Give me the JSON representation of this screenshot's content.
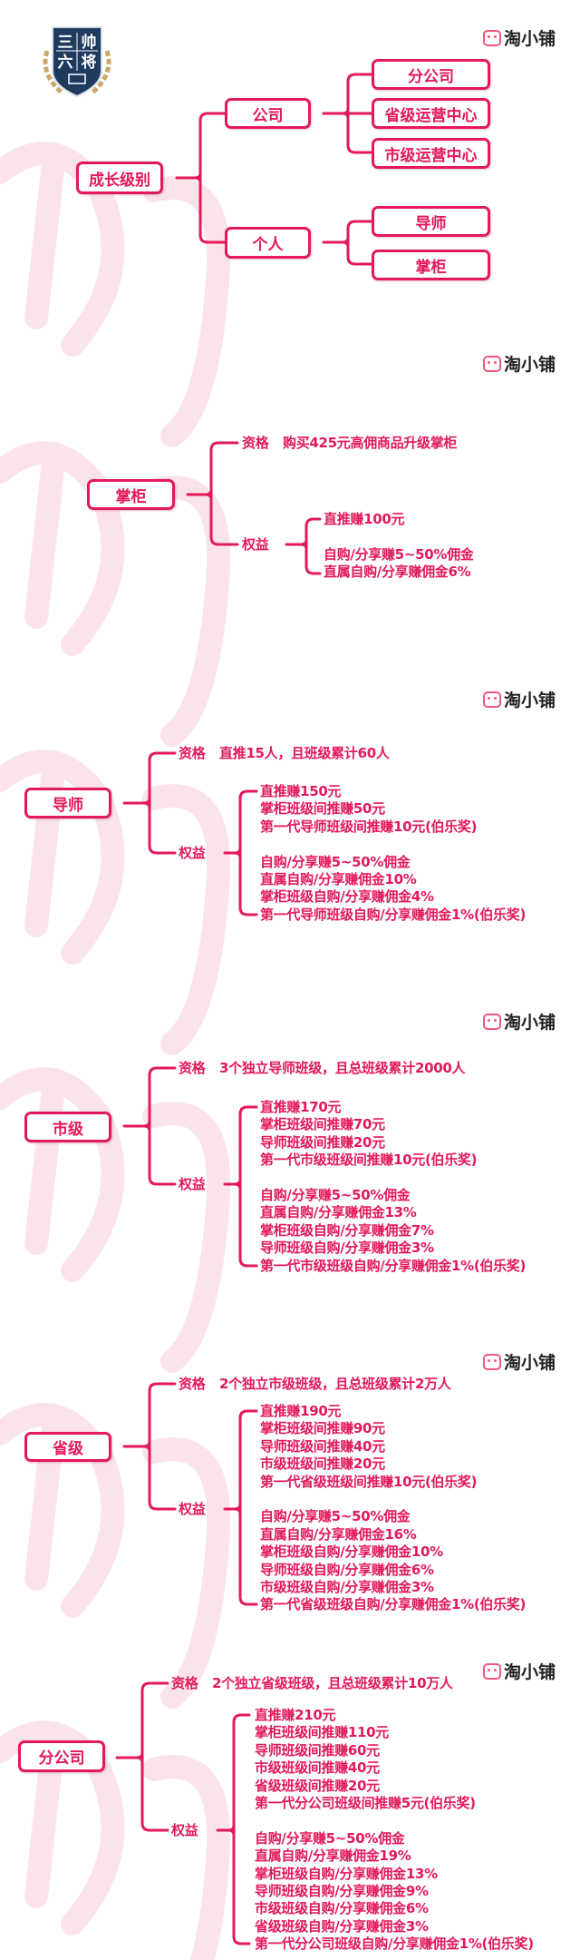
{
  "brand": {
    "name": "淘小铺",
    "logo_text": "三帅六将"
  },
  "colors": {
    "accent": "#e3195a",
    "logo_navy": "#1f3a5f",
    "laurel": "#c9a86a"
  },
  "overview": {
    "root": "成长级别",
    "company": {
      "label": "公司",
      "children": [
        "分公司",
        "省级运营中心",
        "市级运营中心"
      ]
    },
    "personal": {
      "label": "个人",
      "children": [
        "导师",
        "掌柜"
      ]
    }
  },
  "levels": [
    {
      "title": "掌柜",
      "qual_label": "资格",
      "qualification": "购买425元高佣商品升级掌柜",
      "benefit_label": "权益",
      "benefits": [
        "直推赚100元",
        "",
        "自购/分享赚5~50%佣金",
        "直属自购/分享赚佣金6%"
      ]
    },
    {
      "title": "导师",
      "qual_label": "资格",
      "qualification": "直推15人，且班级累计60人",
      "benefit_label": "权益",
      "benefits": [
        "直推赚150元",
        "掌柜班级间推赚50元",
        "第一代导师班级间推赚10元(伯乐奖)",
        "",
        "自购/分享赚5~50%佣金",
        "直属自购/分享赚佣金10%",
        "掌柜班级自购/分享赚佣金4%",
        "第一代导师班级自购/分享赚佣金1%(伯乐奖)"
      ]
    },
    {
      "title": "市级",
      "qual_label": "资格",
      "qualification": "3个独立导师班级，且总班级累计2000人",
      "benefit_label": "权益",
      "benefits": [
        "直推赚170元",
        "掌柜班级间推赚70元",
        "导师班级间推赚20元",
        "第一代市级班级间推赚10元(伯乐奖)",
        "",
        "自购/分享赚5~50%佣金",
        "直属自购/分享赚佣金13%",
        "掌柜班级自购/分享赚佣金7%",
        "导师班级自购/分享赚佣金3%",
        "第一代市级班级自购/分享赚佣金1%(伯乐奖)"
      ]
    },
    {
      "title": "省级",
      "qual_label": "资格",
      "qualification": "2个独立市级班级，且总班级累计2万人",
      "benefit_label": "权益",
      "benefits": [
        "直推赚190元",
        "掌柜班级间推赚90元",
        "导师班级间推赚40元",
        "市级班级间推赚20元",
        "第一代省级班级间推赚10元(伯乐奖)",
        "",
        "自购/分享赚5~50%佣金",
        "直属自购/分享赚佣金16%",
        "掌柜班级自购/分享赚佣金10%",
        "导师班级自购/分享赚佣金6%",
        "市级班级自购/分享赚佣金3%",
        "第一代省级班级自购/分享赚佣金1%(伯乐奖)"
      ]
    },
    {
      "title": "分公司",
      "qual_label": "资格",
      "qualification": "2个独立省级班级，且总班级累计10万人",
      "benefit_label": "权益",
      "benefits": [
        "直推赚210元",
        "掌柜班级间推赚110元",
        "导师班级间推赚60元",
        "市级班级间推赚40元",
        "省级班级间推赚20元",
        "第一代分公司班级间推赚5元(伯乐奖)",
        "",
        "自购/分享赚5~50%佣金",
        "直属自购/分享赚佣金19%",
        "掌柜班级自购/分享赚佣金13%",
        "导师班级自购/分享赚佣金9%",
        "市级班级自购/分享赚佣金6%",
        "省级班级自购/分享赚佣金3%",
        "第一代分公司班级自购/分享赚佣金1%(伯乐奖)"
      ]
    }
  ]
}
